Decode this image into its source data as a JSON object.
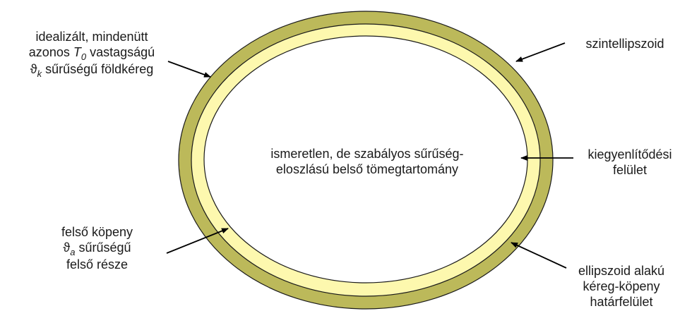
{
  "colors": {
    "crust": "#bcb95a",
    "mantle": "#fdf8ae",
    "core": "#ffffff",
    "outline": "#1a1a1a",
    "arrow": "#000000"
  },
  "labels": {
    "crust": {
      "line1": "idealizált, mindenütt",
      "line2_pre": "azonos",
      "line2_sym": "T",
      "line2_sub": "0",
      "line2_post": "vastagságú",
      "line3_sym": "ϑ",
      "line3_sub": "k",
      "line3_post": "sűrűségű földkéreg"
    },
    "level_ellipsoid": {
      "line1": "szintellipszoid"
    },
    "inner": {
      "line1": "ismeretlen, de szabályos sűrűség-",
      "line2": "eloszlású belső tömegtartomány"
    },
    "compensation": {
      "line1": "kiegyenlítődési",
      "line2": "felület"
    },
    "upper_mantle": {
      "line1": "felső köpeny",
      "line2_sym": "ϑ",
      "line2_sub": "a",
      "line2_post": "sűrűségű",
      "line3": "felső része"
    },
    "boundary": {
      "line1": "ellipszoid alakú",
      "line2": "kéreg-köpeny",
      "line3": "határfelület"
    }
  }
}
